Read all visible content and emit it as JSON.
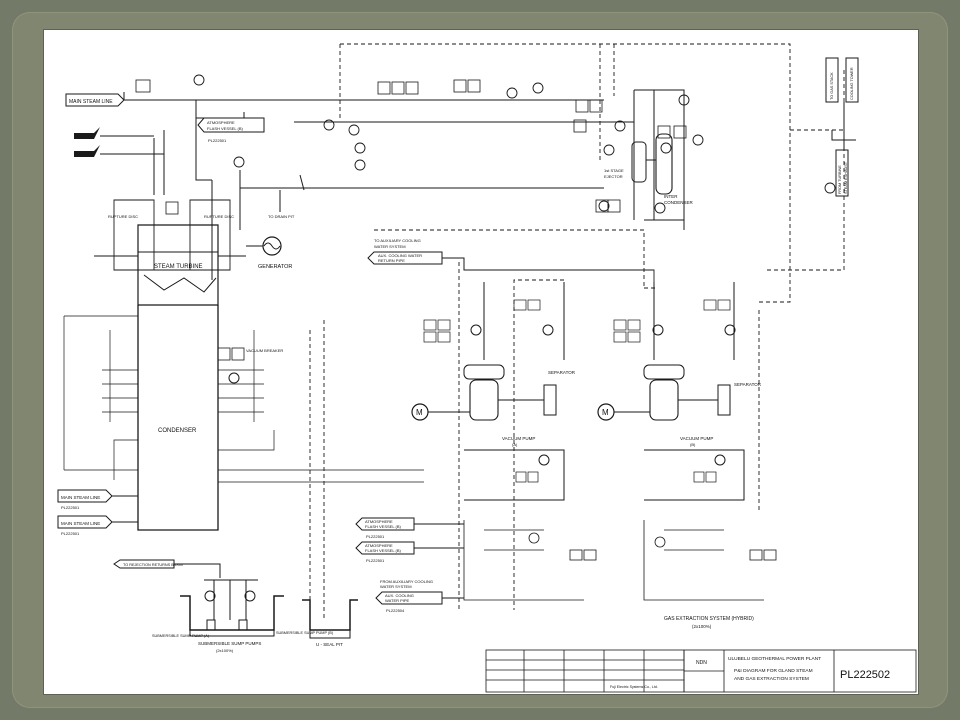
{
  "diagram": {
    "labels": {
      "main_steam_line_top": "MAIN STEAM LINE",
      "atm_flash_top_1": "ATMOSPHERE",
      "atm_flash_top_2": "FLASH VESSEL (B)",
      "pl_top": "PL222501",
      "rupture_disc_left": "RUPTURE DISC",
      "rupture_disc_right": "RUPTURE DISC",
      "steam_turbine": "STEAM TURBINE",
      "generator": "GENERATOR",
      "to_drain_pit": "TO DRAIN PIT",
      "condenser": "CONDENSER",
      "vacuum_breaker": "VACUUM BREAKER",
      "first_stage_ejector_1": "1st STAGE",
      "first_stage_ejector_2": "EJECTOR",
      "inter_condenser_1": "INTER",
      "inter_condenser_2": "CONDENSER",
      "to_cooling_water_1": "TO AUXILIARY COOLING",
      "to_cooling_water_2": "WATER SYSTEM",
      "aux_cooling_return_1": "AUX. COOLING WATER",
      "aux_cooling_return_2": "RETURN PIPE",
      "separator_a": "SEPARATOR",
      "separator_b": "SEPARATOR",
      "vacuum_pump_a": "VACUUM PUMP",
      "vacuum_pump_a_sub": "(A)",
      "vacuum_pump_b": "VACUUM PUMP",
      "vacuum_pump_b_sub": "(B)",
      "main_steam_line_mid": "MAIN STEAM LINE",
      "pl_mid": "PL222501",
      "main_steam_line_low": "MAIN STEAM LINE",
      "pl_low": "PL222501",
      "atm_flash_mid_1": "ATMOSPHERE",
      "atm_flash_mid_2": "FLASH VESSEL (B)",
      "pl_atm_mid": "PL222501",
      "atm_flash_low_1": "ATMOSPHERE",
      "atm_flash_low_2": "FLASH VESSEL (B)",
      "pl_atm_low": "PL222501",
      "from_aux_cooling_1": "FROM AUXILIARY COOLING",
      "from_aux_cooling_2": "WATER SYSTEM",
      "aux_cooling_supply_1": "AUX. COOLING",
      "aux_cooling_supply_2": "WATER PIPE",
      "pl_aux": "PL222504",
      "to_rejection": "TO REJECTION RETURNS BASIN",
      "submersible_a": "SUBMERSIBLE SUMP PUMP (A)",
      "submersible_b": "SUBMERSIBLE SUMP PUMP (B)",
      "submersible_title": "SUBMERSIBLE SUMP PUMPS",
      "submersible_sub": "(2x100%)",
      "u_seal_pit": "U - SEAL PIT",
      "gas_extraction": "GAS EXTRACTION SYSTEM (HYBRID)",
      "gas_extraction_sub": "(2x100%)",
      "to_gas_stack_1": "TO GAS STACK",
      "to_gas_stack_2": "COOLING TOWER",
      "from_turbine_1": "FROM TURBINE",
      "from_turbine_2": "STEAM EXHAUST",
      "motor": "M"
    },
    "title_block": {
      "plant": "ULUBELU GEOTHERMAL POWER PLANT",
      "title_1": "P&I DIAGRAM FOR GLAND STEAM",
      "title_2": "AND GAS EXTRACTION SYSTEM",
      "drawing_no": "PL222502",
      "company": "Fuji Electric Systems Co., Ltd.",
      "rev_mark": "NDN"
    }
  }
}
